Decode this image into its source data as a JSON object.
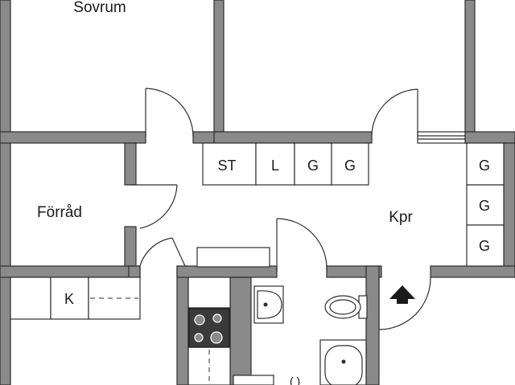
{
  "rooms": {
    "sovrum": "Sovrum",
    "forrad": "Förråd",
    "kpr": "Kpr"
  },
  "cabinets": {
    "st": "ST",
    "l": "L",
    "g1": "G",
    "g2": "G",
    "g3": "G",
    "g4": "G",
    "g5": "G",
    "k": "K"
  },
  "symbols": {
    "entrance": "entrance-arrow-icon",
    "stove": "stove-icon",
    "toilet": "toilet-icon",
    "sink": "sink-icon",
    "bathtub": "bathtub-icon"
  },
  "colors": {
    "wall": "#8a8a8a",
    "line": "#2e2e2e",
    "background": "#ffffff"
  }
}
